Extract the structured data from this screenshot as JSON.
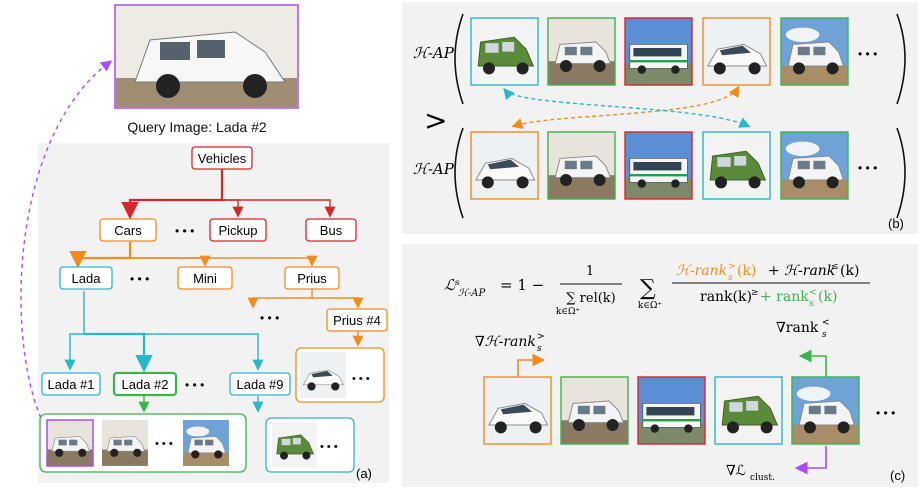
{
  "query": {
    "caption": "Query Image: Lada #2"
  },
  "tree": {
    "root": "Vehicles",
    "level1": [
      "Cars",
      "Pickup",
      "Bus"
    ],
    "level2": [
      "Lada",
      "Mini",
      "Prius"
    ],
    "prius_leaf": "Prius #4",
    "lada_leaves": [
      "Lada #1",
      "Lada #2",
      "Lada #9"
    ],
    "ellipsis": "• • •",
    "dots_short": "• • •",
    "panel_label": "(a)"
  },
  "panel_b": {
    "row1_label": "ℋ-AP",
    "row2_label": "ℋ-AP",
    "comparator": ">",
    "ellipsis": "• • •",
    "panel_label": "(b)"
  },
  "panel_c": {
    "formula_lhs": "ℒˢ",
    "formula_lhs_sub": "ℋ-AP",
    "formula_eq": "= 1 −",
    "frac1_num": "1",
    "frac1_den": "∑ rel(k)",
    "frac1_den_sub": "k∈Ω⁺",
    "sum_sym": "∑",
    "sum_sub": "k∈Ω⁺",
    "num_part1": "ℋ-rank",
    "num_part1_sup": ">",
    "num_part1_sub": "s",
    "num_part1_arg": "(k)",
    "num_part2": "+ ℋ-rank",
    "num_part2_sup": "≤",
    "num_part2_arg": "(k)",
    "den_part1": "rank(k)",
    "den_part1_sup": "≥",
    "den_part2": "+ rank",
    "den_part2_sup": "<",
    "den_part2_sub": "s",
    "den_part2_arg": "(k)",
    "grad1": "∇ℋ-rank",
    "grad1_sup": ">",
    "grad1_sub": "s",
    "grad2": "∇rank",
    "grad2_sup": "<",
    "grad2_sub": "s",
    "grad3": "∇ℒ",
    "grad3_sub": "clust.",
    "ellipsis": "• • •",
    "panel_label": "(c)"
  },
  "colors": {
    "red": "#d62728",
    "orange": "#f08c1e",
    "cyan": "#2ab7c9",
    "green": "#3cb44b",
    "purple": "#a64dff"
  }
}
